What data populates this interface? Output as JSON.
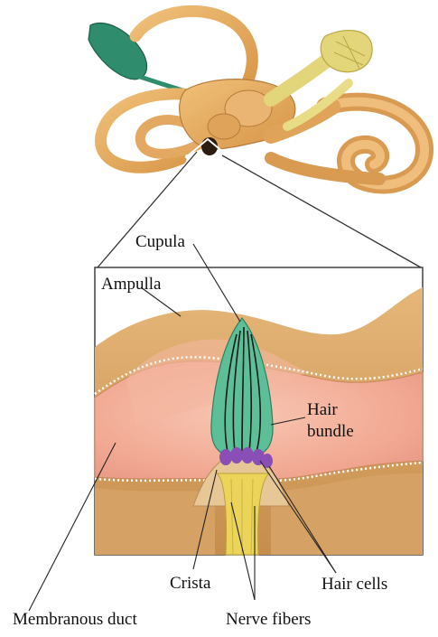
{
  "labels": {
    "cupula": "Cupula",
    "ampulla": "Ampulla",
    "hair_bundle_line1": "Hair",
    "hair_bundle_line2": "bundle",
    "crista": "Crista",
    "hair_cells": "Hair cells",
    "membranous_duct": "Membranous duct",
    "nerve_fibers": "Nerve fibers"
  },
  "colors": {
    "bony_labyrinth": "#e5ad62",
    "bony_labyrinth_dark": "#b77a3a",
    "endolymph_green": "#2f8c6c",
    "ampulla_fill": "#f4b7a0",
    "wall_tan": "#d6a164",
    "cupula_green": "#5cbf98",
    "hair_cell_purple": "#8a4fb6",
    "nerve_yellow": "#ecd45a",
    "vestibular_nerve_yellow": "#e2d57a"
  }
}
